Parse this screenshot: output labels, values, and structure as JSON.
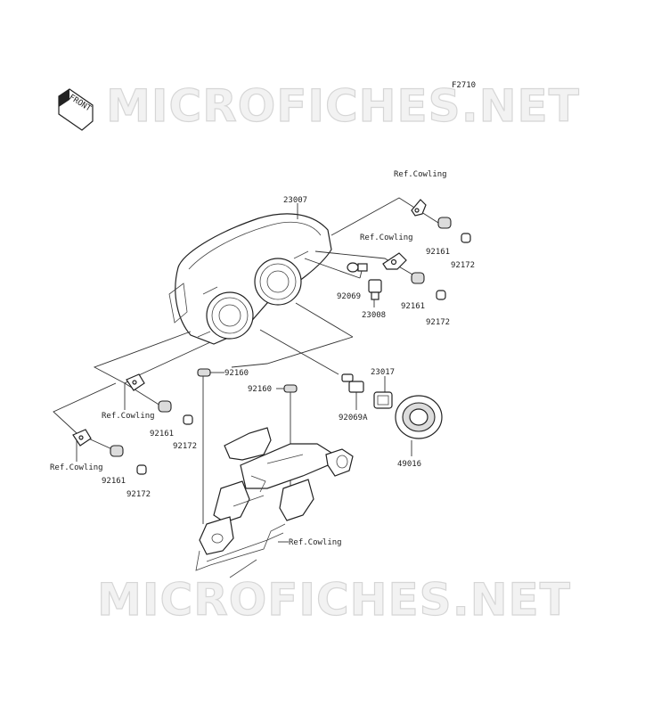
{
  "diagram_code": "F2710",
  "front_arrow_text": "FRONT",
  "watermark_text": "MICROFICHES.NET",
  "labels": {
    "ref_cowling_1": "Ref.Cowling",
    "ref_cowling_2": "Ref.Cowling",
    "ref_cowling_3": "Ref.Cowling",
    "ref_cowling_4": "Ref.Cowling",
    "ref_cowling_5": "Ref.Cowling",
    "p23007": "23007",
    "p92161_a": "92161",
    "p92172_a": "92172",
    "p92069": "92069",
    "p23008": "23008",
    "p92161_b": "92161",
    "p92172_b": "92172",
    "p92160_a": "92160",
    "p92160_b": "92160",
    "p23017": "23017",
    "p92069A": "92069A",
    "p49016": "49016",
    "p92161_c": "92161",
    "p92172_c": "92172",
    "p92161_d": "92161",
    "p92172_d": "92172"
  }
}
